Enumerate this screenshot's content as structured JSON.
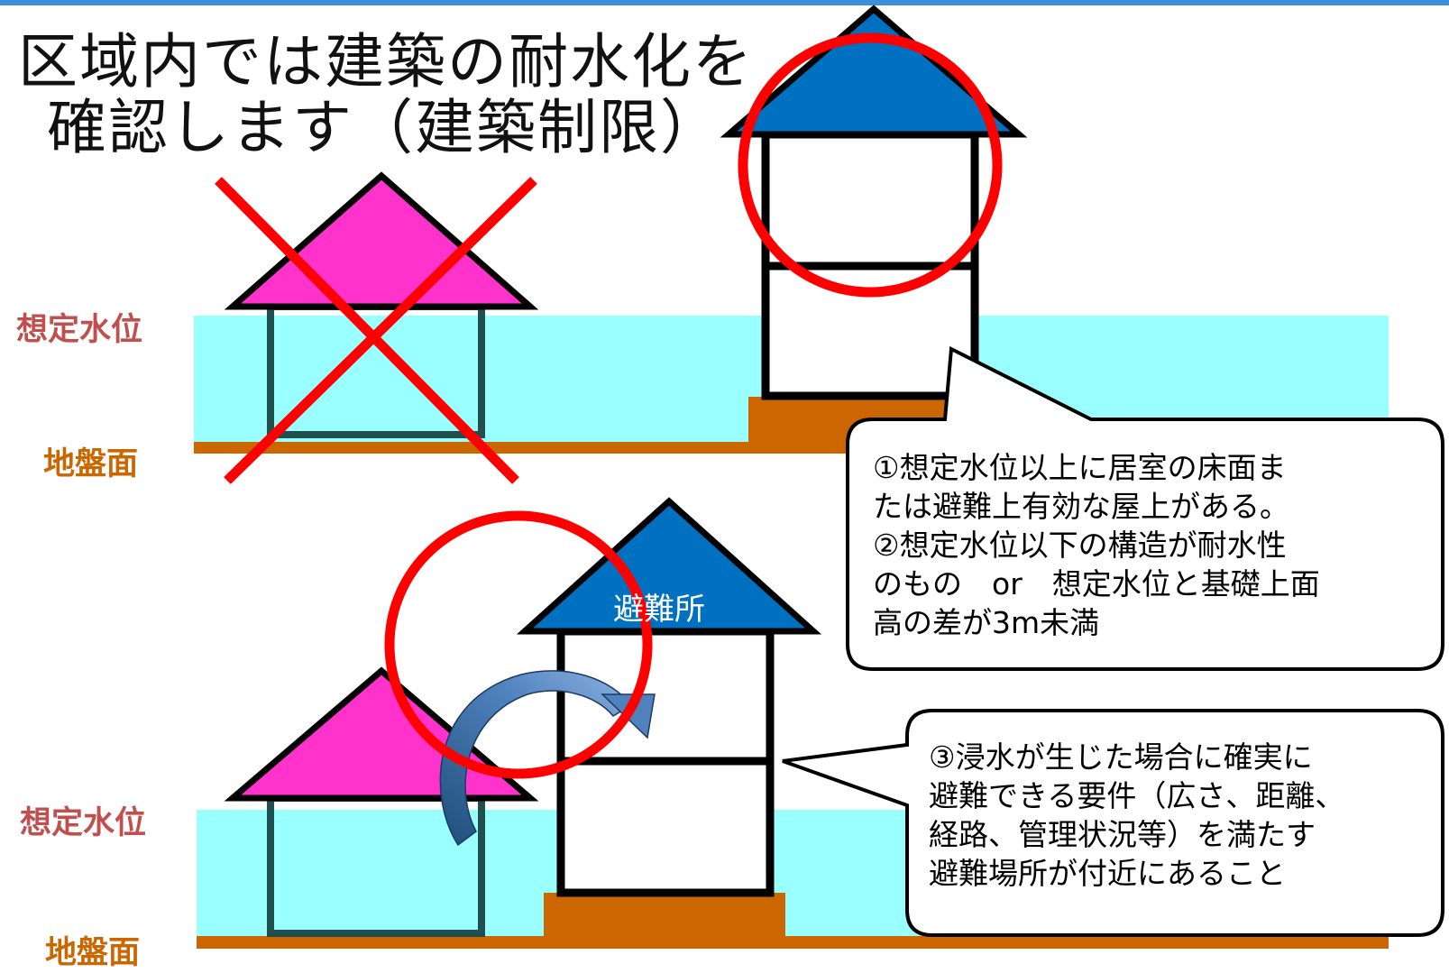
{
  "title": {
    "line1": "区域内では建築の耐水化を",
    "line2": "確認します（建築制限）"
  },
  "labels": {
    "water_level": "想定水位",
    "ground_level": "地盤面"
  },
  "callout_top": {
    "line1": "①想定水位以上に居室の床面ま",
    "line2": "たは避難上有効な屋上がある。",
    "line3": "②想定水位以下の構造が耐水性",
    "line4": "のもの　or　想定水位と基礎上面",
    "line5": "高の差が3m未満"
  },
  "callout_bottom": {
    "line1": "③浸水が生じた場合に確実に",
    "line2": "避難できる要件（広さ、距離、",
    "line3": "経路、管理状況等）を満たす",
    "line4": "避難場所が付近にあること"
  },
  "shelter_label": "避難所",
  "colors": {
    "top_bar": "#3a8fd6",
    "water": "#99ffff",
    "ground": "#cc6600",
    "pink_roof": "#ff33cc",
    "blue_roof": "#0070c0",
    "mark_red": "#ff0000",
    "water_label": "#c0504d",
    "ground_label": "#cc6600",
    "arrow": "#4f81bd"
  }
}
